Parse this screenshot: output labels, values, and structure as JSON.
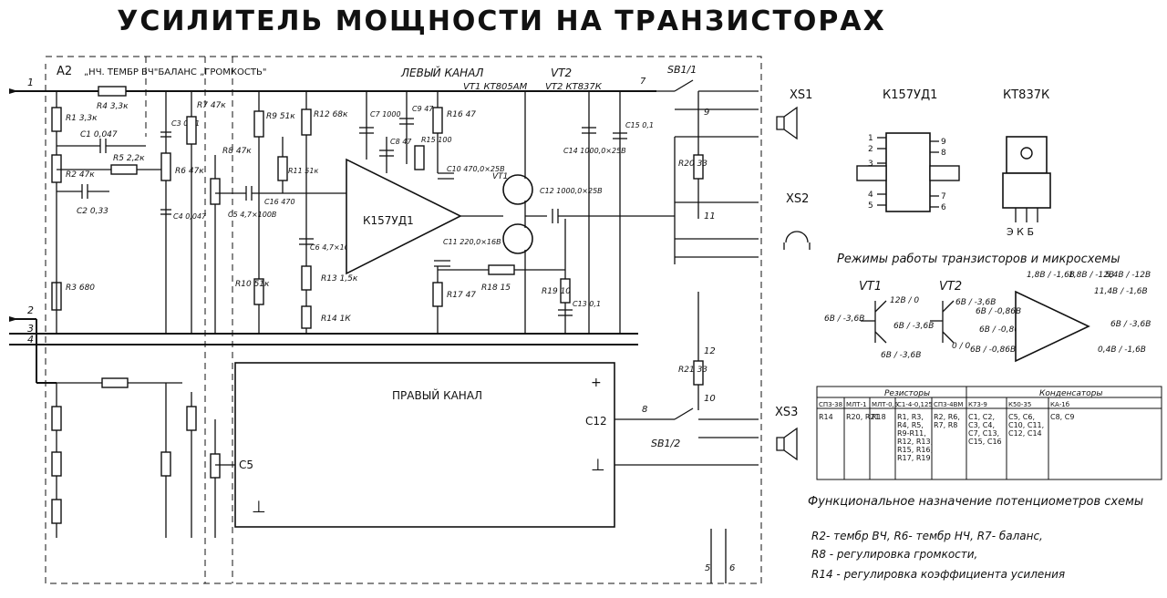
{
  "title": "УСИЛИТЕЛЬ МОЩНОСТИ НА ТРАНЗИСТОРАХ",
  "board": {
    "name": "A2",
    "controls_caption": "„НЧ. ТЕМБР ВЧ\"БАЛАНС „ГРОМКОСТЬ\"",
    "left_channel": "ЛЕВЫЙ КАНАЛ",
    "right_channel": "ПРАВЫЙ КАНАЛ",
    "vt1_label": "VT1 КТ805АМ",
    "vt2_label": "VT2 КТ837К",
    "vt2_ref": "VT2",
    "vt1_ref": "VT1",
    "ic_label": "К157УД1"
  },
  "components": {
    "r1": "R1 3,3к",
    "r2": "R2 47к",
    "r3": "R3 680",
    "r4": "R4 3,3к",
    "r5": "R5 2,2к",
    "r6": "R6 47к",
    "r7": "R7 47к",
    "r8": "R8 47к",
    "r9": "R9 51к",
    "r10": "R10 51к",
    "r11": "R11 51к",
    "r12": "R12 68к",
    "r13": "R13 1,5к",
    "r14": "R14 1К",
    "r15": "R15 100",
    "r16": "R16 47",
    "r17": "R17 47",
    "r18": "R18 15",
    "r19": "R19 10",
    "r20": "R20 33",
    "r21": "R21 33",
    "c1": "C1 0,047",
    "c2": "C2 0,33",
    "c3": "C3 0,01",
    "c4": "C4 0,047",
    "c5": "C5 4,7×100В",
    "c6": "C6 4,7×100В",
    "c7": "C7 1000",
    "c8": "C8 47",
    "c9": "C9 47",
    "c10": "C10 470,0×25В",
    "c11": "C11 220,0×16В",
    "c12": "C12 1000,0×25В",
    "c13": "C13 0,1",
    "c14": "C14 1000,0×25В",
    "c15": "C15 0,1",
    "c16": "C16 470",
    "sb1_1": "SB1/1",
    "sb1_2": "SB1/2",
    "xs1": "XS1",
    "xs2": "XS2",
    "xs3": "XS3",
    "right_c12": "C12",
    "right_c5": "C5"
  },
  "pins": {
    "in1": "1",
    "in2": "2",
    "in3": "3",
    "in4": "4",
    "p5": "5",
    "p6": "6",
    "p7": "7",
    "p8": "8",
    "p9": "9",
    "p10": "10",
    "p11": "11",
    "p12": "12"
  },
  "packages": {
    "ic": "К157УД1",
    "ic_pins_left": [
      "1",
      "2",
      "3",
      "4",
      "5"
    ],
    "ic_pins_right": [
      "9",
      "8",
      "7",
      "6"
    ],
    "transistor": "КТ837К",
    "transistor_pins": "Э К Б"
  },
  "modes": {
    "caption": "Режимы работы транзисторов и микросхемы",
    "vt1": "VT1",
    "vt2": "VT2",
    "vt1_base": "6В / -3,6В",
    "vt1_collector": "12В / 0",
    "vt1_emitter": "6В / -3,6В",
    "vt1_low": "6В / -3,6В",
    "vt2_top": "6В / -3,6В",
    "vt2_base": "6В / -0,86В",
    "vt2_low": "0 / 0",
    "ic_p1": "1,8В / -1,6В",
    "ic_p5": "1,8В / -12В",
    "ic_p4": "5,4В / -12В",
    "ic_p7": "11,4В / -1,6В",
    "ic_p6": "6В / -3,6В",
    "ic_p9": "6В / -0,86В",
    "ic_p8": "6В / -0,86В",
    "ic_p2": "0,4В / -1,6В"
  },
  "table": {
    "group_resistors": "Резисторы",
    "group_capacitors": "Конденсаторы",
    "headers": [
      "СПЗ-38",
      "МЛТ-1",
      "МЛТ-0,5",
      "С1-4-0,125",
      "СПЗ-4ВМ",
      "К73-9",
      "К50-35",
      "КА-1б"
    ],
    "cells": [
      "R14",
      "R20, R21",
      "R18",
      "R1, R3, R4, R5, R9-R11, R12, R13, R15, R16, R17, R19",
      "R2, R6, R7, R8",
      "C1, C2, C3, C4, C7, C13, C15, C16",
      "C5, C6, C10, C11, C12, C14",
      "C8, C9"
    ]
  },
  "notes": {
    "heading": "Функциональное назначение потенциометров схемы",
    "line1": "R2- тембр ВЧ,  R6- тембр НЧ,  R7- баланс,",
    "line2": "R8 - регулировка  громкости,",
    "line3": "R14 - регулировка  коэффициента усиления"
  }
}
